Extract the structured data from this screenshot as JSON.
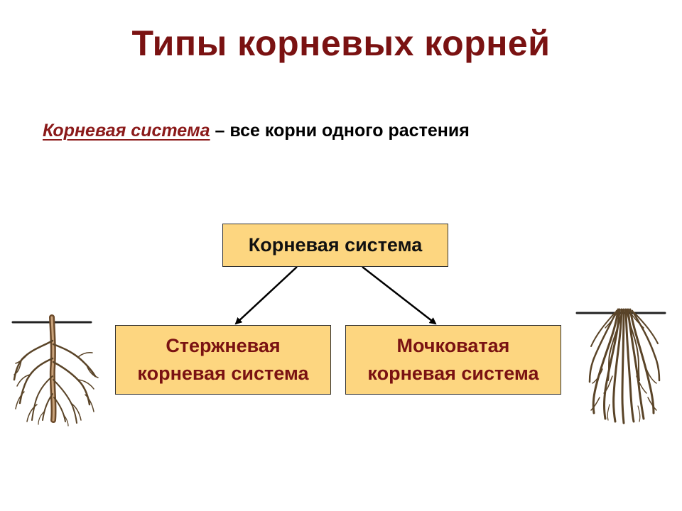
{
  "title": "Типы корневых корней",
  "definition": {
    "term": "Корневая система",
    "separator": " – ",
    "text": " все  корни одного растения"
  },
  "diagram": {
    "root_node": "Корневая система",
    "children": [
      {
        "line1": "Стержневая",
        "line2": "корневая система"
      },
      {
        "line1": "Мочковатая",
        "line2": "корневая система"
      }
    ]
  },
  "colors": {
    "title": "#7a1212",
    "term": "#8b1a1a",
    "box_fill": "#fdd680",
    "child_text": "#7a1212",
    "root_stroke": "#5a4428"
  },
  "illustrations": [
    "taproot-system-drawing",
    "fibrous-root-system-drawing"
  ]
}
